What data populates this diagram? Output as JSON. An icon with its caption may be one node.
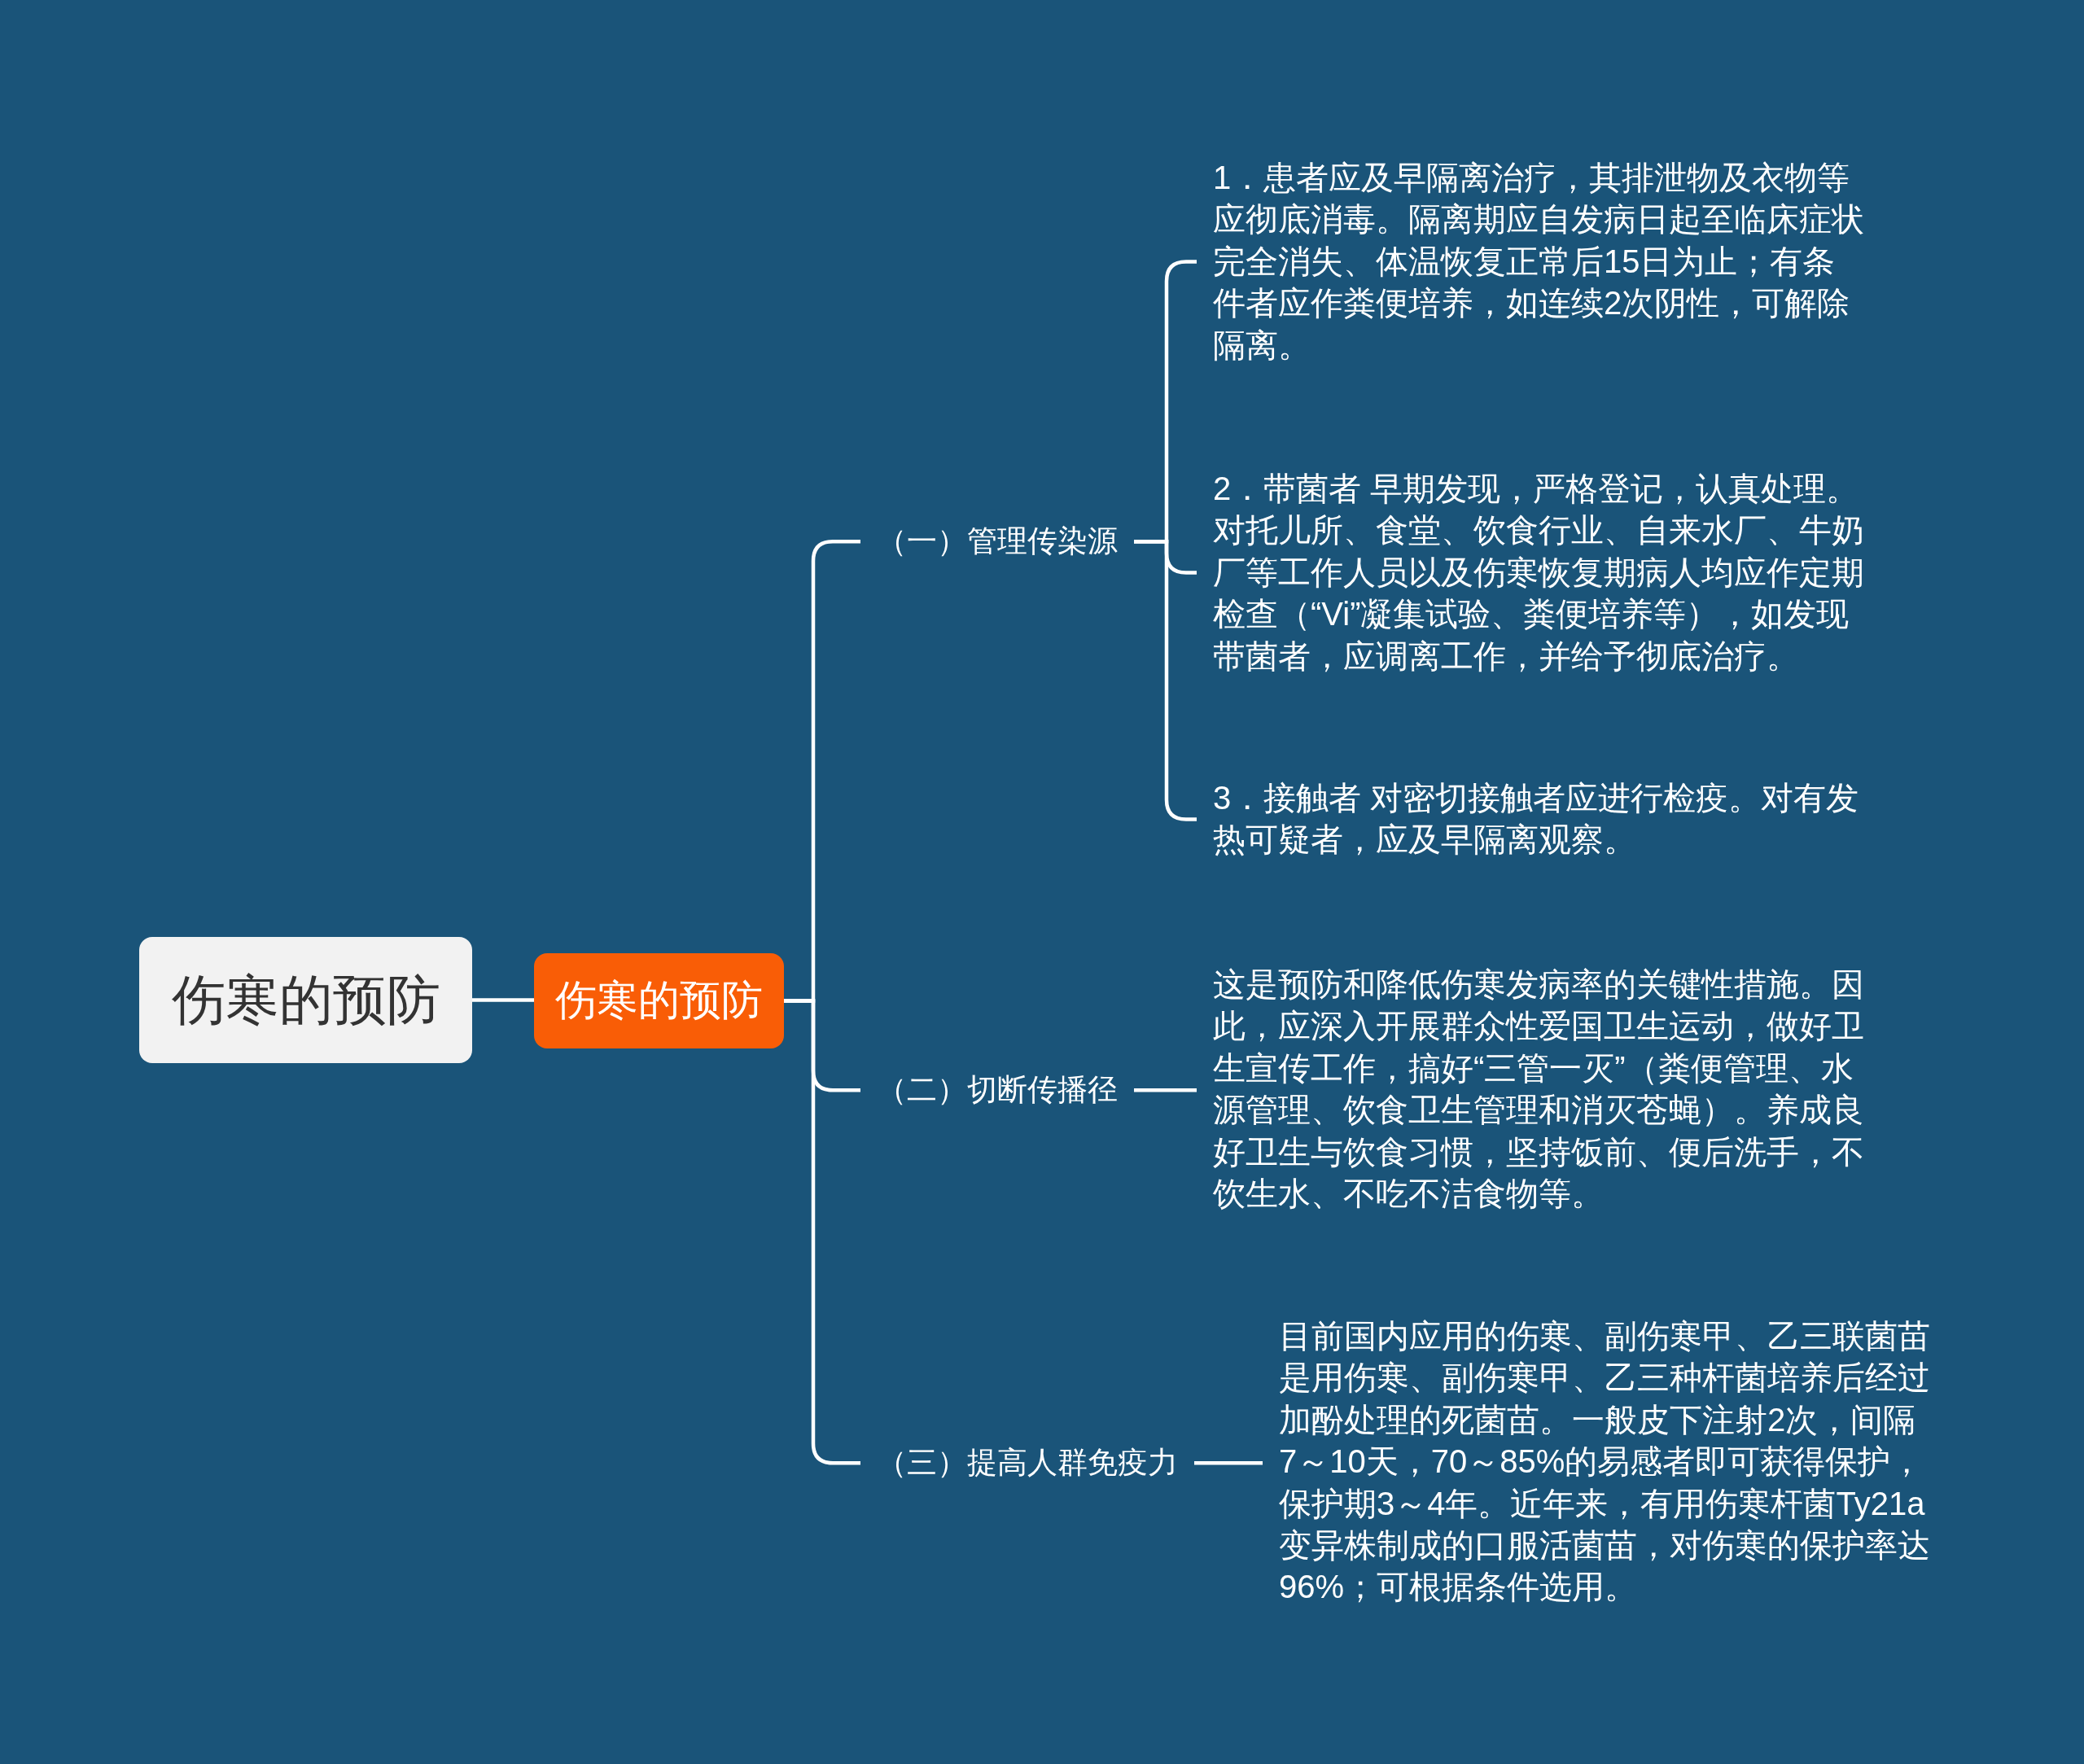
{
  "diagram": {
    "nodes": [
      {
        "text": [
          "伤寒的预防"
        ]
      },
      {
        "text": [
          "伤寒的预防"
        ]
      },
      {
        "text": [
          "（一）管理传染源"
        ]
      },
      {
        "text": [
          "1．患者应及早隔离治疗，其排泄物及衣物等应彻底消毒。隔离期应自发病日起至临床症状完全消失、体温恢复正常后15日为止；有条件者应作粪便培养，如连续2次阴性，可解除隔离。"
        ]
      },
      {
        "text": [
          "2．带菌者 早期发现，严格登记，认真处理。对托儿所、食堂、饮食行业、自来水厂、牛奶厂等工作人员以及伤寒恢复期病人均应作定期检查（“Vi”凝集试验、粪便培养等），如发现带菌者，应调离工作，并给予彻底治疗。"
        ]
      },
      {
        "text": [
          "3．接触者 对密切接触者应进行检疫。对有发热可疑者，应及早隔离观察。"
        ]
      },
      {
        "text": [
          "（二）切断传播径"
        ]
      },
      {
        "text": [
          "这是预防和降低伤寒发病率的关键性措施。因此，应深入开展群众性爱国卫生运动，做好卫生宣传工作，搞好“三管一灭”（粪便管理、水源管理、饮食卫生管理和消灭苍蝇）。养成良好卫生与饮食习惯，坚持饭前、便后洗手，不饮生水、不吃不洁食物等。"
        ]
      },
      {
        "text": [
          "（三）提高人群免疫力"
        ]
      },
      {
        "text": [
          "目前国内应用的伤寒、副伤寒甲、乙三联菌苗是用伤寒、副伤寒甲、乙三种杆菌培养后经过加酚处理的死菌苗。一般皮下注射2次，间隔7～10天，70～85%的易感者即可获得保护，保护期3～4年。近年来，有用伤寒杆菌Ty21a变异株制成的口服活菌苗，对伤寒的保护率达96%；可根据条件选用。"
        ]
      }
    ],
    "edges": [
      {
        "from": 0,
        "to": 1,
        "arrow": "none"
      },
      {
        "from": 1,
        "to": 2,
        "arrow": "none"
      },
      {
        "from": 1,
        "to": 6,
        "arrow": "none"
      },
      {
        "from": 1,
        "to": 8,
        "arrow": "none"
      },
      {
        "from": 2,
        "to": 3,
        "arrow": "none"
      },
      {
        "from": 2,
        "to": 4,
        "arrow": "none"
      },
      {
        "from": 2,
        "to": 5,
        "arrow": "none"
      },
      {
        "from": 6,
        "to": 7,
        "arrow": "none"
      },
      {
        "from": 8,
        "to": 9,
        "arrow": "none"
      }
    ]
  }
}
